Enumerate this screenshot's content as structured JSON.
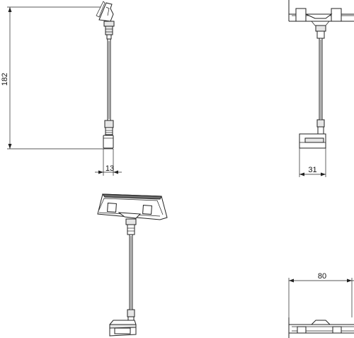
{
  "dimensions": {
    "height": "182",
    "side_width": "13",
    "front_width": "31",
    "top_width": "80"
  }
}
